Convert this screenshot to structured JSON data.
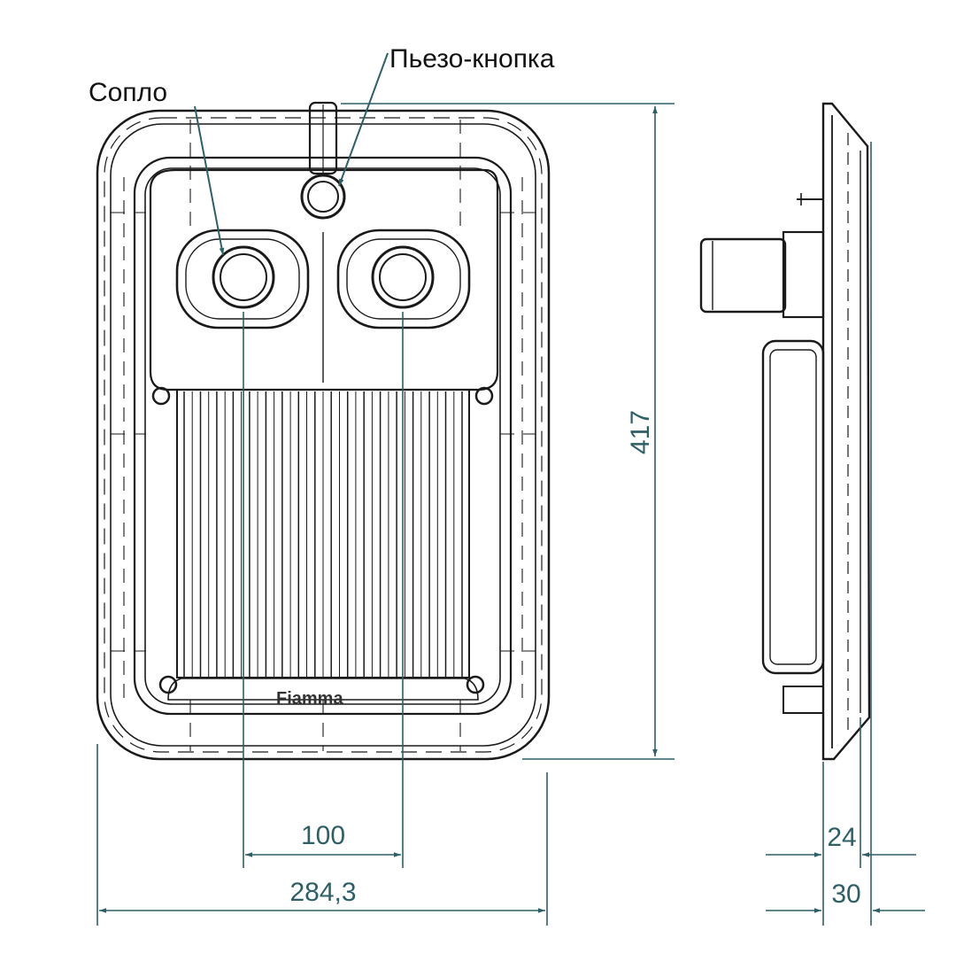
{
  "labels": {
    "nozzle": "Сопло",
    "piezo_button": "Пьезо-кнопка",
    "brand": "Fiamma"
  },
  "dimensions": {
    "height": "417",
    "nozzle_spacing": "100",
    "width": "284,3",
    "depth_inner": "24",
    "depth_total": "30"
  },
  "colors": {
    "outline": "#1a1a1a",
    "dimension": "#2f5f66"
  }
}
